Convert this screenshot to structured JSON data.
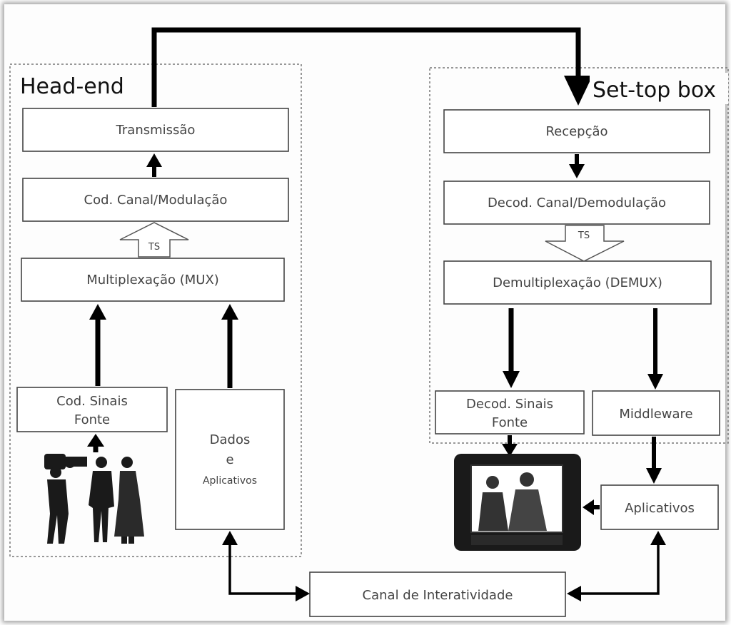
{
  "head_end": {
    "title": "Head-end",
    "transmissao": "Transmissão",
    "cod_canal": "Cod. Canal/Modulação",
    "ts": "TS",
    "mux": "Multiplexação (MUX)",
    "cod_sinais_line1": "Cod. Sinais",
    "cod_sinais_line2": "Fonte",
    "dados_line1": "Dados",
    "dados_line2": "e",
    "dados_line3": "Aplicativos",
    "camera_crew_icon": "camera-crew-illustration"
  },
  "set_top_box": {
    "title": "Set-top box",
    "recepcao": "Recepção",
    "decod_canal": "Decod. Canal/Demodulação",
    "ts": "TS",
    "demux": "Demultiplexação (DEMUX)",
    "decod_sinais_line1": "Decod. Sinais",
    "decod_sinais_line2": "Fonte",
    "middleware": "Middleware",
    "aplicativos": "Aplicativos",
    "tv_icon": "television-icon"
  },
  "canal_interatividade": "Canal de Interatividade"
}
